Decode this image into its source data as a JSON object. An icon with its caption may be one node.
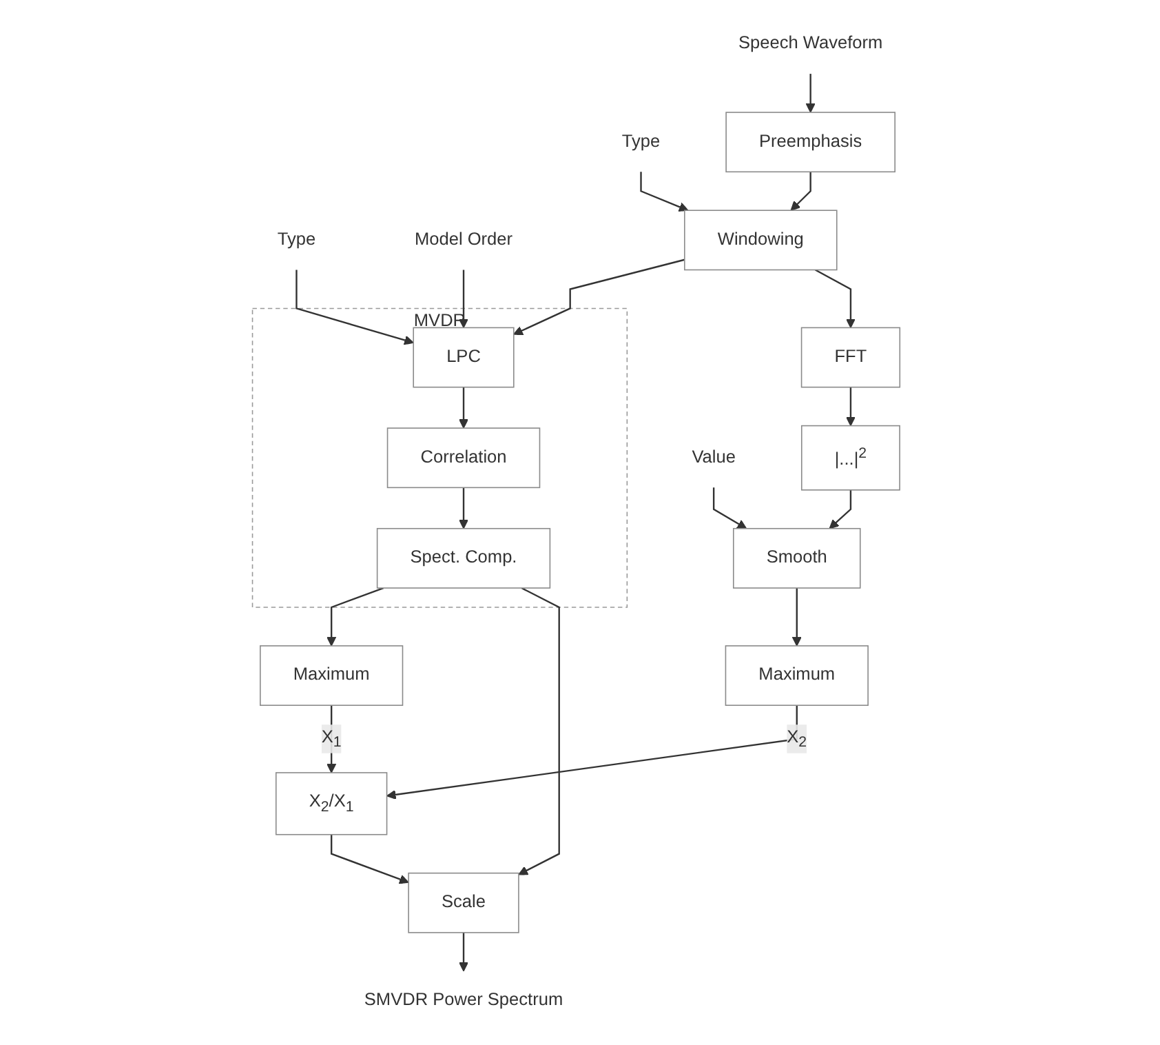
{
  "diagram": {
    "nodes": [
      {
        "text": [
          "Speech Waveform"
        ]
      },
      {
        "text": [
          "Preemphasis"
        ]
      },
      {
        "text": [
          "Type"
        ]
      },
      {
        "text": [
          "Windowing"
        ]
      },
      {
        "text": [
          "Model Order"
        ]
      },
      {
        "text": [
          "Type"
        ]
      },
      {
        "text": [
          "MVDR"
        ]
      },
      {
        "text": [
          "LPC"
        ],
        "in": 6
      },
      {
        "text": [
          "Correlation"
        ],
        "in": 6
      },
      {
        "text": [
          "Spect. Comp."
        ],
        "in": 6
      },
      {
        "text": [
          "FFT"
        ]
      },
      {
        "text": [
          "|...|$^{2}$"
        ]
      },
      {
        "text": [
          "Value"
        ]
      },
      {
        "text": [
          "Smooth"
        ]
      },
      {
        "text": [
          "Maximum"
        ]
      },
      {
        "text": [
          "Maximum"
        ]
      },
      {
        "text": [
          "X$_{2}$/X$_{1}$"
        ]
      },
      {
        "text": [
          "Scale"
        ]
      },
      {
        "text": [
          "SMVDR Power Spectrum"
        ]
      }
    ],
    "edges": [
      {
        "from": 0,
        "to": 1,
        "arrow": "to"
      },
      {
        "from": 1,
        "to": 3,
        "arrow": "to"
      },
      {
        "from": 2,
        "to": 3,
        "arrow": "to"
      },
      {
        "from": 3,
        "to": 7,
        "arrow": "to"
      },
      {
        "from": 3,
        "to": 10,
        "arrow": "to"
      },
      {
        "from": 4,
        "to": 7,
        "arrow": "to"
      },
      {
        "from": 5,
        "to": 7,
        "arrow": "to"
      },
      {
        "from": 7,
        "to": 8,
        "arrow": "to"
      },
      {
        "from": 8,
        "to": 9,
        "arrow": "to"
      },
      {
        "from": 10,
        "to": 11,
        "arrow": "to"
      },
      {
        "from": 11,
        "to": 13,
        "arrow": "to"
      },
      {
        "from": 12,
        "to": 13,
        "arrow": "to"
      },
      {
        "from": 9,
        "to": 14,
        "arrow": "to"
      },
      {
        "from": 13,
        "to": 15,
        "arrow": "to"
      },
      {
        "from": 14,
        "to": 16,
        "arrow": "to",
        "label": "X$_{1}$"
      },
      {
        "from": 15,
        "to": 16,
        "arrow": "to",
        "label": "X$_{2}$"
      },
      {
        "from": 9,
        "to": 17,
        "arrow": "to"
      },
      {
        "from": 16,
        "to": 17,
        "arrow": "to"
      },
      {
        "from": 17,
        "to": 18,
        "arrow": "to"
      }
    ]
  }
}
